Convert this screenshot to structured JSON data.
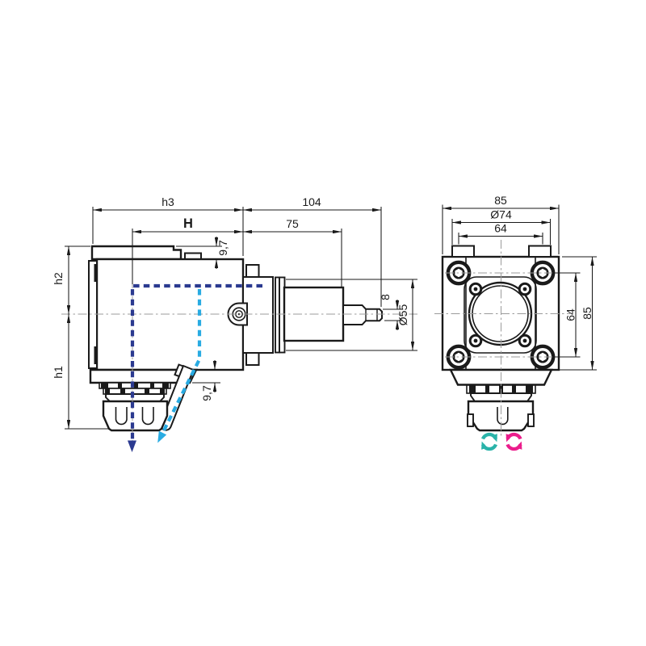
{
  "side_view": {
    "dims": {
      "h3": "h3",
      "total_length": "104",
      "H": "H",
      "spindle_length": "75",
      "top_offset": "9,7",
      "bottom_offset": "9,7",
      "h2": "h2",
      "h1": "h1",
      "tip_width": "8",
      "collar_diameter": "Ø55"
    }
  },
  "front_view": {
    "dims": {
      "width": "85",
      "pilot_diameter": "Ø74",
      "bolt_spacing_x": "64",
      "bolt_spacing_y": "64",
      "height": "85"
    }
  },
  "colors": {
    "line": "#1a1a1a",
    "centerline": "#9b9b9b",
    "axis_primary": "#2b3a90",
    "axis_secondary": "#29abe2",
    "rotation_cw": "#2ab3a9",
    "rotation_ccw": "#eb1d8c"
  },
  "icons": {
    "rotation_cw": "rotation-cw-arrows-icon",
    "rotation_ccw": "rotation-ccw-arrows-icon"
  }
}
